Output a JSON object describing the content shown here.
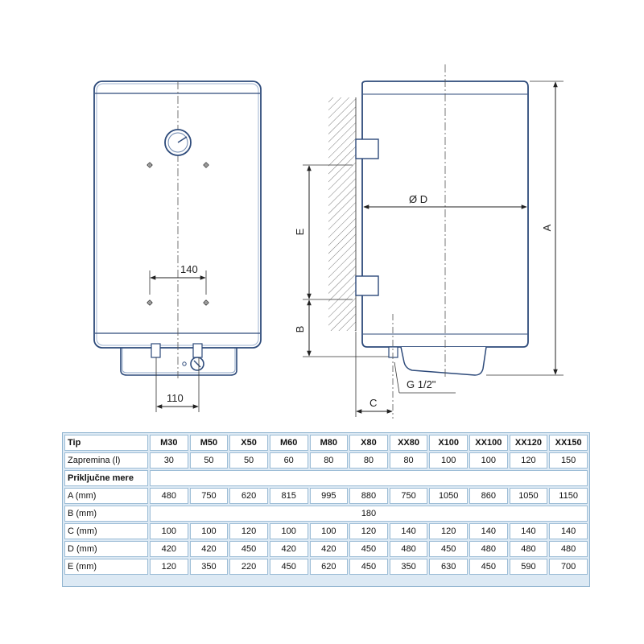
{
  "drawing": {
    "front_dim_140": "140",
    "front_dim_110": "110",
    "side_label_E": "E",
    "side_label_B": "B",
    "side_label_D": "Ø D",
    "side_label_A": "A",
    "side_label_G": "G 1/2\"",
    "side_label_C": "C"
  },
  "table": {
    "header": [
      "Tip",
      "M30",
      "M50",
      "X50",
      "M60",
      "M80",
      "X80",
      "XX80",
      "X100",
      "XX100",
      "XX120",
      "XX150"
    ],
    "rows": {
      "zapremina": {
        "label": "Zapremina (l)",
        "values": [
          "30",
          "50",
          "50",
          "60",
          "80",
          "80",
          "80",
          "100",
          "100",
          "120",
          "150"
        ]
      },
      "section_label": "Priključne mere",
      "a": {
        "label": "A (mm)",
        "values": [
          "480",
          "750",
          "620",
          "815",
          "995",
          "880",
          "750",
          "1050",
          "860",
          "1050",
          "1150"
        ]
      },
      "b": {
        "label": "B (mm)",
        "value": "180"
      },
      "c": {
        "label": "C (mm)",
        "values": [
          "100",
          "100",
          "120",
          "100",
          "100",
          "120",
          "140",
          "120",
          "140",
          "140",
          "140"
        ]
      },
      "d": {
        "label": "D (mm)",
        "values": [
          "420",
          "420",
          "450",
          "420",
          "420",
          "450",
          "480",
          "450",
          "480",
          "480",
          "480"
        ]
      },
      "e": {
        "label": "E (mm)",
        "values": [
          "120",
          "350",
          "220",
          "450",
          "620",
          "450",
          "350",
          "630",
          "450",
          "590",
          "700"
        ]
      }
    }
  }
}
